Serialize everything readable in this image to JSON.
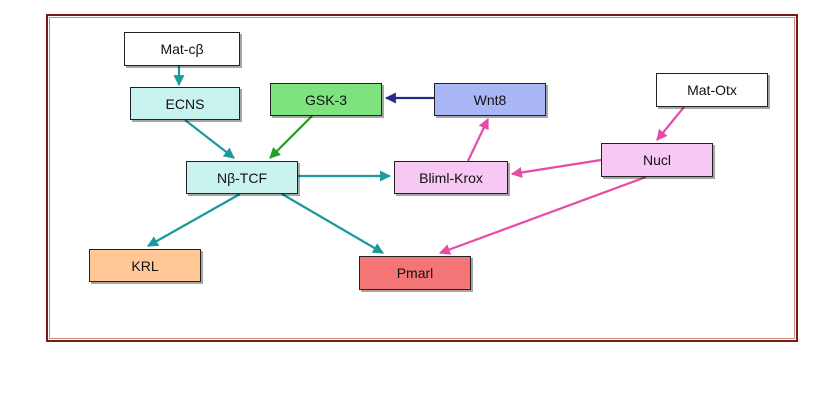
{
  "nodes": [
    {
      "id": "mat-cb",
      "label": "Mat-cβ",
      "color": "#ffffff"
    },
    {
      "id": "ecns",
      "label": "ECNS",
      "color": "#c9f3ee"
    },
    {
      "id": "gsk3",
      "label": "GSK-3",
      "color": "#7ee37e"
    },
    {
      "id": "wnt8",
      "label": "Wnt8",
      "color": "#a9b7f7"
    },
    {
      "id": "mat-otx",
      "label": "Mat-Otx",
      "color": "#ffffff"
    },
    {
      "id": "nb-tcf",
      "label": "Nβ-TCF",
      "color": "#c9f3ee"
    },
    {
      "id": "bliml-krox",
      "label": "Bliml-Krox",
      "color": "#f7c8f4"
    },
    {
      "id": "nucl",
      "label": "Nucl",
      "color": "#f7c8f4"
    },
    {
      "id": "krl",
      "label": "KRL",
      "color": "#ffc896"
    },
    {
      "id": "pmarl",
      "label": "Pmarl",
      "color": "#f37575"
    }
  ],
  "edges": [
    {
      "from": "mat-cb",
      "to": "ecns",
      "color": "#1a9a9a"
    },
    {
      "from": "ecns",
      "to": "nb-tcf",
      "color": "#1a9a9a"
    },
    {
      "from": "gsk3",
      "to": "nb-tcf",
      "color": "#2a9a2a"
    },
    {
      "from": "wnt8",
      "to": "gsk3",
      "color": "#2a2a8a"
    },
    {
      "from": "nb-tcf",
      "to": "bliml-krox",
      "color": "#1a9a9a"
    },
    {
      "from": "bliml-krox",
      "to": "wnt8",
      "color": "#e84aa8"
    },
    {
      "from": "mat-otx",
      "to": "nucl",
      "color": "#e84aa8"
    },
    {
      "from": "nucl",
      "to": "bliml-krox",
      "color": "#e84aa8"
    },
    {
      "from": "nb-tcf",
      "to": "krl",
      "color": "#1a9a9a"
    },
    {
      "from": "nb-tcf",
      "to": "pmarl",
      "color": "#1a9a9a"
    },
    {
      "from": "nucl",
      "to": "pmarl",
      "color": "#e84aa8"
    }
  ]
}
